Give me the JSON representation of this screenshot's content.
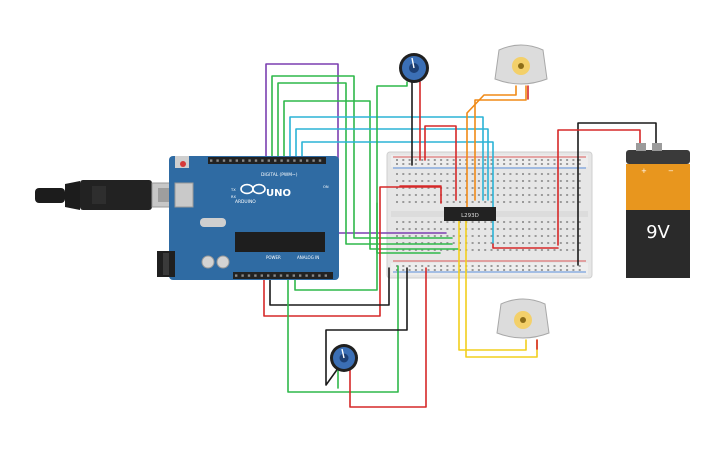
{
  "arduino": {
    "brand": "ARDUINO",
    "model": "UNO",
    "digital_label": "DIGITAL (PWM~)",
    "analog_label": "ANALOG IN",
    "power_label": "POWER",
    "tx_label": "TX",
    "rx_label": "RX",
    "on_label": "ON"
  },
  "breadboard": {
    "ic_label": "L293D"
  },
  "battery": {
    "voltage": "9V",
    "plus": "+",
    "minus": "−"
  },
  "colors": {
    "arduino_board": "#2f6ba3",
    "breadboard": "#e8e8e8",
    "battery_body": "#e8961e",
    "battery_top": "#3a3a3a",
    "wire_red": "#d62828",
    "wire_black": "#1a1a1a",
    "wire_green": "#2fb84a",
    "wire_purple": "#7b3fb0",
    "wire_cyan": "#2bb3d6",
    "wire_orange": "#f08a17",
    "wire_yellow": "#f2cf1d"
  },
  "components": {
    "usb_cable": "usb-cable-icon",
    "potentiometer": "potentiometer-icon",
    "motor": "dc-motor-icon"
  }
}
